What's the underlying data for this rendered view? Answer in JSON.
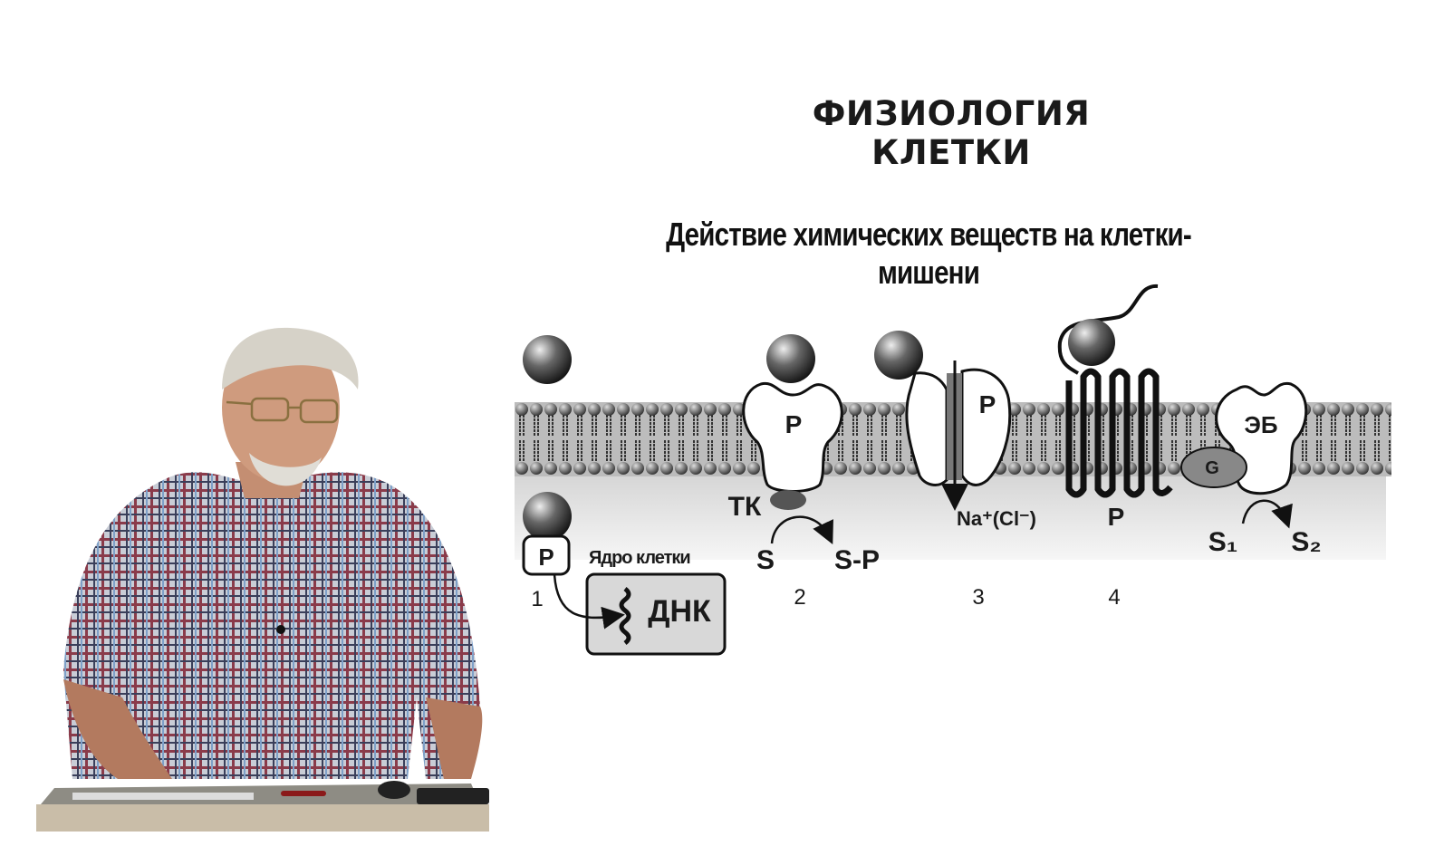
{
  "slide": {
    "title": "ФИЗИОЛОГИЯ КЛЕТКИ",
    "diagram_title": "Действие химических веществ на клетки-мишени"
  },
  "diagram": {
    "mechanisms": [
      {
        "number": "1",
        "receptor_label": "P",
        "nucleus_label": "Ядро клетки",
        "dna_label": "ДНК"
      },
      {
        "number": "2",
        "receptor_label": "P",
        "enzyme_label": "ТК",
        "substrate": "S",
        "product": "S-P"
      },
      {
        "number": "3",
        "receptor_label": "P",
        "ion_label": "Na⁺(Cl⁻)"
      },
      {
        "number": "4",
        "receptor_label": "P"
      },
      {
        "number": "",
        "effector_label": "ЭБ",
        "gprotein_label": "G",
        "substrate": "S₁",
        "product": "S₂"
      }
    ],
    "colors": {
      "membrane": "#9a9a9a",
      "cytoplasm": "#e4e4e4",
      "ligand": "#333333",
      "text": "#1a1a1a"
    }
  },
  "presenter": {
    "description": "lecturer seated at desk"
  }
}
